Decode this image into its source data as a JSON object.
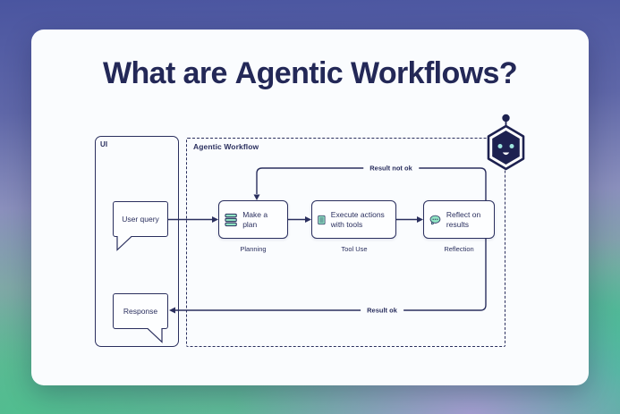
{
  "title": {
    "regular": "What are",
    "bold": "Agentic Workflows?"
  },
  "ui_panel": {
    "label": "UI",
    "user_query": "User query",
    "response": "Response"
  },
  "workflow": {
    "label": "Agentic Workflow",
    "steps": [
      {
        "label": "Make a plan",
        "sublabel": "Planning",
        "icon": "stack-icon"
      },
      {
        "label": "Execute actions with tools",
        "sublabel": "Tool Use",
        "icon": "document-icon"
      },
      {
        "label": "Reflect on results",
        "sublabel": "Reflection",
        "icon": "thought-bubble-icon"
      }
    ],
    "feedback_label": "Result not ok",
    "success_label": "Result ok",
    "mascot": "robot-icon"
  },
  "colors": {
    "navy": "#2a2f5e",
    "title_navy": "#232857",
    "mint": "#8fe3c2",
    "eye_teal": "#9fe6df",
    "card_bg": "#fafcfe"
  }
}
